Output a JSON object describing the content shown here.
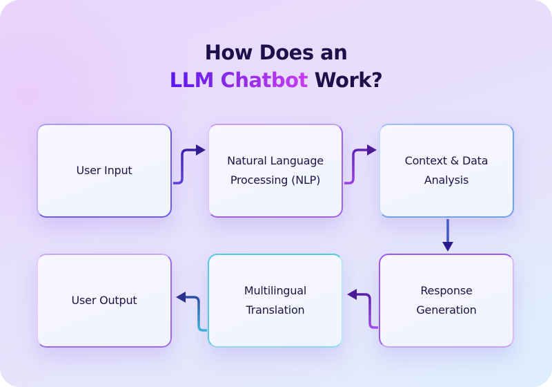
{
  "title": {
    "line1": "How Does an",
    "line2_accent": "LLM Chatbot",
    "line2_rest": " Work?"
  },
  "colors": {
    "title_text": "#1c0f4a",
    "accent_gradient_start": "#5a18ee",
    "accent_gradient_end": "#c83cf0",
    "box_text": "#1c1445"
  },
  "steps": [
    {
      "id": "user-input",
      "label": "User Input"
    },
    {
      "id": "nlp",
      "label": "Natural Language\nProcessing (NLP)"
    },
    {
      "id": "context-analysis",
      "label": "Context & Data\nAnalysis"
    },
    {
      "id": "response-generation",
      "label": "Response\nGeneration"
    },
    {
      "id": "multilingual-translation",
      "label": "Multilingual\nTranslation"
    },
    {
      "id": "user-output",
      "label": "User Output"
    }
  ],
  "flow": [
    {
      "from": "user-input",
      "to": "nlp"
    },
    {
      "from": "nlp",
      "to": "context-analysis"
    },
    {
      "from": "context-analysis",
      "to": "response-generation"
    },
    {
      "from": "response-generation",
      "to": "multilingual-translation"
    },
    {
      "from": "multilingual-translation",
      "to": "user-output"
    }
  ]
}
